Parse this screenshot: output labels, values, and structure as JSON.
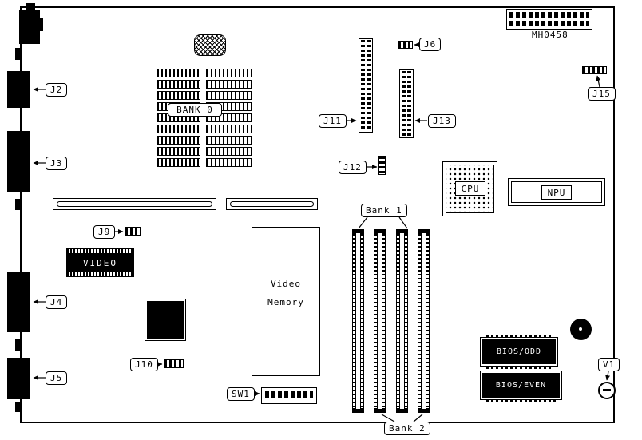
{
  "board": {
    "part_number": "MH0458",
    "connectors": {
      "j2": "J2",
      "j3": "J3",
      "j4": "J4",
      "j5": "J5",
      "j6": "J6",
      "j9": "J9",
      "j10": "J10",
      "j11": "J11",
      "j12": "J12",
      "j13": "J13",
      "j15": "J15",
      "sw1": "SW1",
      "v1": "V1"
    },
    "memory": {
      "bank0": "BANK 0",
      "bank1": "Bank 1",
      "bank2": "Bank 2"
    },
    "chips": {
      "cpu": "CPU",
      "npu": "NPU",
      "video": "VIDEO",
      "video_memory_line1": "Video",
      "video_memory_line2": "Memory",
      "bios_odd": "BIOS/ODD",
      "bios_even": "BIOS/EVEN"
    }
  }
}
